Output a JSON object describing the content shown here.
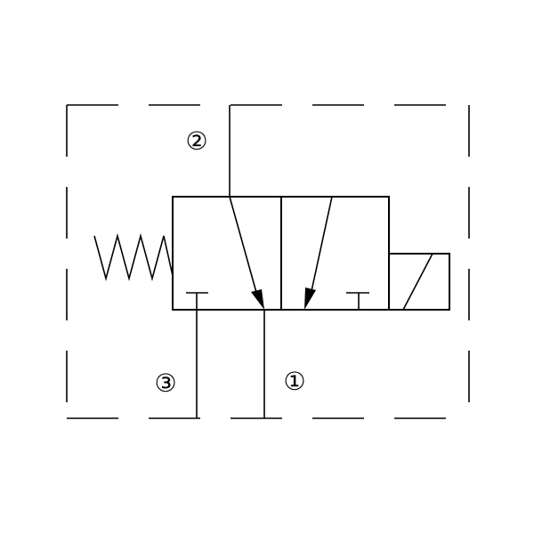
{
  "diagram": {
    "type": "hydraulic-valve-symbol",
    "line_color": "#000000",
    "background": "#ffffff",
    "ports": [
      {
        "id": "port-2",
        "label": "②"
      },
      {
        "id": "port-3",
        "label": "③"
      },
      {
        "id": "port-1",
        "label": "①"
      }
    ]
  }
}
